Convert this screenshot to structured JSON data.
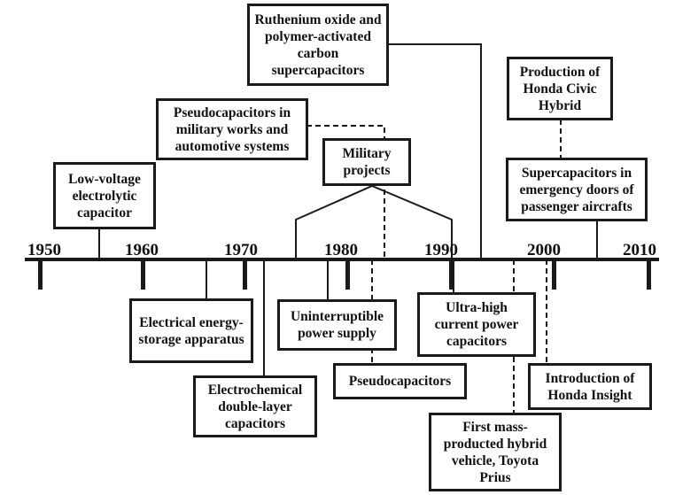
{
  "timeline": {
    "years": [
      "1950",
      "1960",
      "1970",
      "1980",
      "1990",
      "2000",
      "2010"
    ]
  },
  "events": {
    "ruthenium": "Ruthenium oxide and polymer-activated carbon supercapacitors",
    "honda_civic": "Production of Honda Civic Hybrid",
    "pseudo_military": "Pseudocapacitors in military works and automotive systems",
    "military_projects": "Military projects",
    "low_voltage": "Low-voltage electrolytic capacitor",
    "supercap_doors": "Supercapacitors in emergency doors of passenger aircrafts",
    "electrical_storage": "Electrical energy-storage apparatus",
    "ups": "Uninterruptible power supply",
    "ultra_high": "Ultra-high current power capacitors",
    "pseudocapacitors": "Pseudocapacitors",
    "honda_insight": "Introduction of Honda Insight",
    "electrochemical": "Electrochemical double-layer capacitors",
    "prius": "First mass-producted hybrid vehicle, Toyota Prius"
  },
  "colors": {
    "line": "#1a1a1a",
    "background": "#ffffff"
  }
}
